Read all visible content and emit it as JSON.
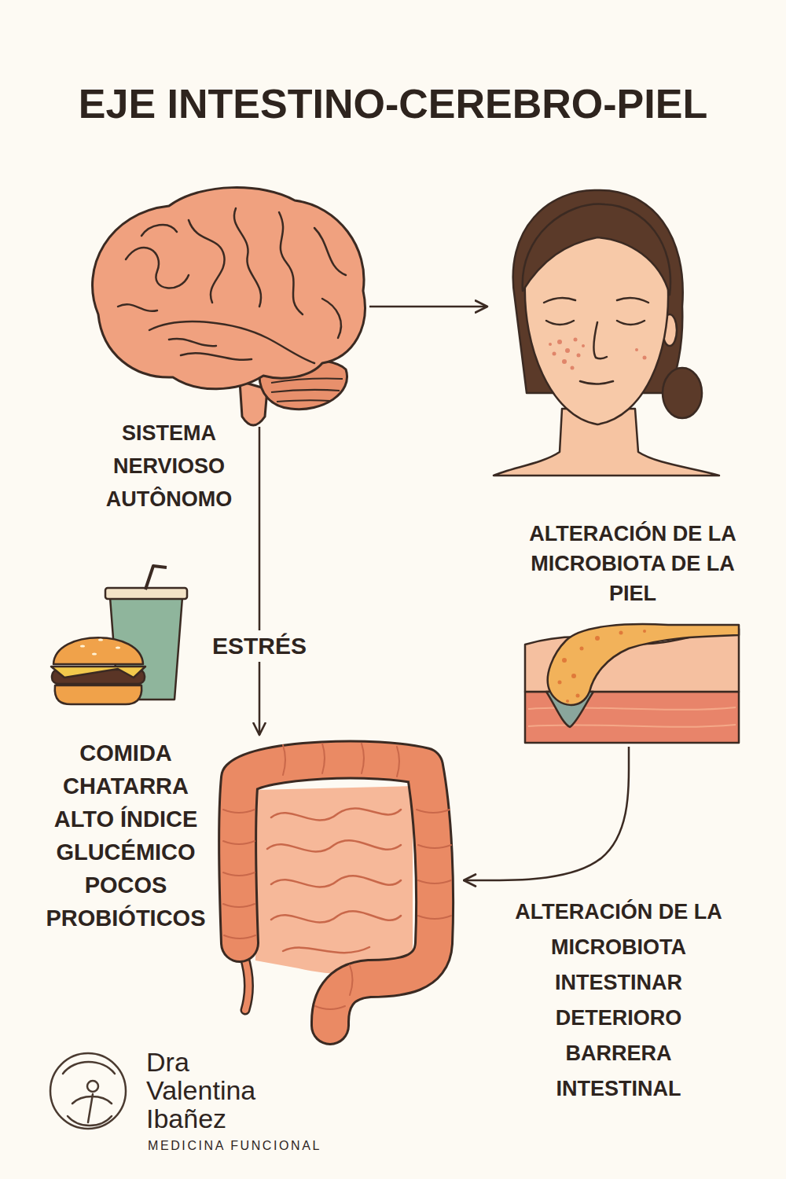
{
  "diagram": {
    "title": "EJE INTESTINO-CEREBRO-PIEL",
    "nodes": [
      {
        "text": [
          "SISTEMA NERVIOSO AUTÔNOMO"
        ]
      },
      {
        "text": [
          "ALTERACIÓN DE LA MICROBIOTA DE LA PIEL"
        ]
      },
      {
        "text": [
          "COMIDA CHATARRA ALTO ÍNDICE GLUCÉMICO POCOS PROBIÓTICOS"
        ]
      }
    ],
    "edges": [
      {
        "from": 0,
        "to": 1,
        "arrow": "to"
      },
      {
        "from": 0,
        "to": 2,
        "label": "ESTRÉS",
        "arrow": "to"
      },
      {
        "from": 1,
        "to": 2,
        "arrow": "to"
      }
    ],
    "labels": [
      "ALTERACIÓN DE LA MICROBIOTA INTESTINAR DETERIORO BARRERA INTESTINAL",
      "Dra Valentina Ibañez",
      "MEDICINA FUNCIONAL"
    ]
  }
}
